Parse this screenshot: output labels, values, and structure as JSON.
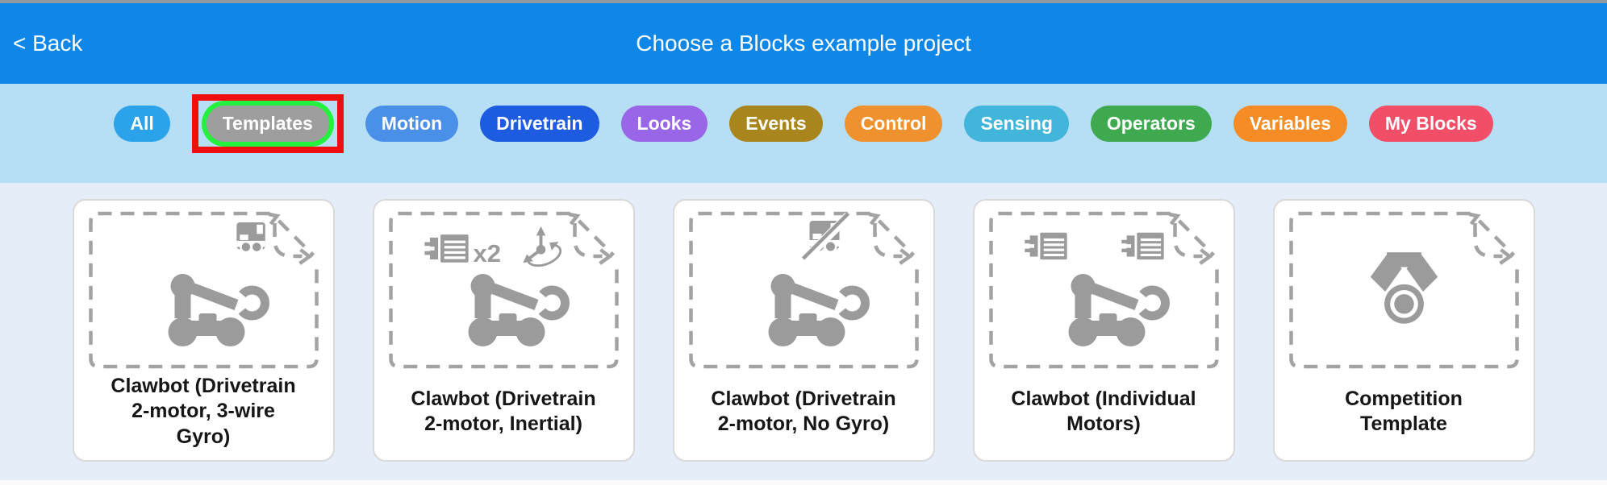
{
  "header": {
    "back_label": "< Back",
    "title": "Choose a Blocks example project",
    "bg_color": "#0e87e8"
  },
  "filters": {
    "selection_ring_color": "#23f13e",
    "annotation_color": "#ef0f0f",
    "items": [
      {
        "label": "All",
        "color": "#2ba3ea",
        "selected": false,
        "annotated": false
      },
      {
        "label": "Templates",
        "color": "#9e9e9e",
        "selected": true,
        "annotated": true
      },
      {
        "label": "Motion",
        "color": "#4b90e8",
        "selected": false,
        "annotated": false
      },
      {
        "label": "Drivetrain",
        "color": "#1d5ce0",
        "selected": false,
        "annotated": false
      },
      {
        "label": "Looks",
        "color": "#9a66e8",
        "selected": false,
        "annotated": false
      },
      {
        "label": "Events",
        "color": "#a8861d",
        "selected": false,
        "annotated": false
      },
      {
        "label": "Control",
        "color": "#f0912f",
        "selected": false,
        "annotated": false
      },
      {
        "label": "Sensing",
        "color": "#41b5da",
        "selected": false,
        "annotated": false
      },
      {
        "label": "Operators",
        "color": "#3fa950",
        "selected": false,
        "annotated": false
      },
      {
        "label": "Variables",
        "color": "#f68c26",
        "selected": false,
        "annotated": false
      },
      {
        "label": "My Blocks",
        "color": "#f24e68",
        "selected": false,
        "annotated": false
      }
    ]
  },
  "cards": [
    {
      "label": "Clawbot (Drivetrain 2-motor, 3-wire Gyro)",
      "variant": "gyro",
      "badge": ""
    },
    {
      "label": "Clawbot (Drivetrain 2-motor, Inertial)",
      "variant": "inertial",
      "badge": "x2"
    },
    {
      "label": "Clawbot (Drivetrain 2-motor, No Gyro)",
      "variant": "no-gyro",
      "badge": ""
    },
    {
      "label": "Clawbot (Individual Motors)",
      "variant": "motors",
      "badge": ""
    },
    {
      "label": "Competition Template",
      "variant": "competition",
      "badge": ""
    }
  ]
}
